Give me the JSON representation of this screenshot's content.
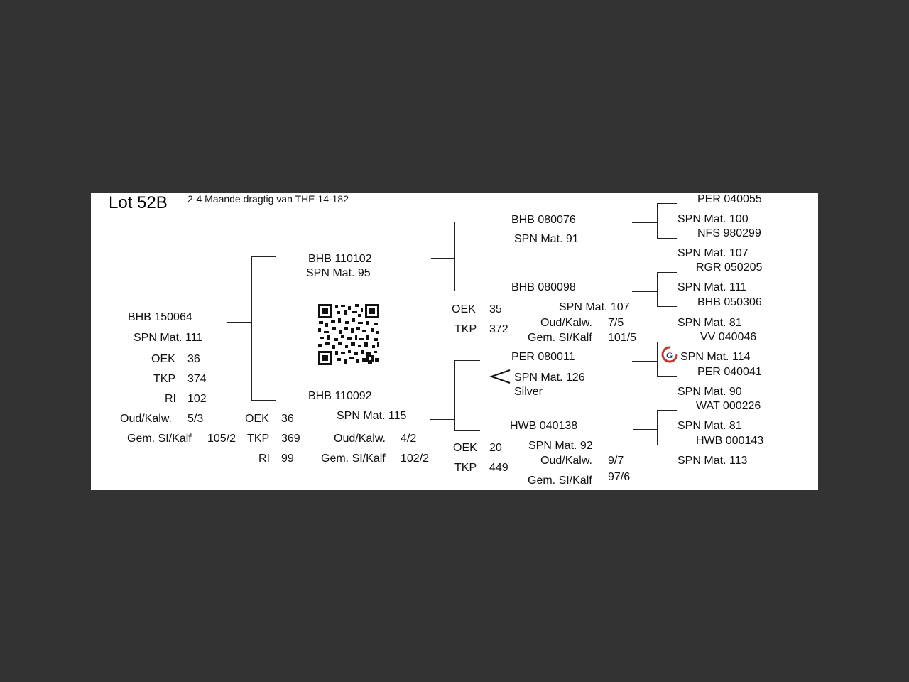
{
  "lot": "Lot 52B",
  "subtitle": "2-4 Maande dragtig van THE 14-182",
  "animal": {
    "id": "BHB 150064",
    "spn": "SPN Mat. 111",
    "oek_label": "OEK",
    "oek": "36",
    "tkp_label": "TKP",
    "tkp": "374",
    "ri_label": "RI",
    "ri": "102",
    "oud_label": "Oud/Kalw.",
    "oud": "5/3",
    "gem_label": "Gem. SI/Kalf",
    "gem": "105/2"
  },
  "sire": {
    "id": "BHB 110102",
    "spn": "SPN Mat. 95"
  },
  "dam": {
    "id": "BHB 110092",
    "spn": "SPN Mat. 115",
    "oek_label": "OEK",
    "oek": "36",
    "tkp_label": "TKP",
    "tkp": "369",
    "ri_label": "RI",
    "ri": "99",
    "oud_label": "Oud/Kalw.",
    "oud": "4/2",
    "gem_label": "Gem. SI/Kalf",
    "gem": "102/2"
  },
  "ss": {
    "id": "BHB 080076",
    "spn": "SPN Mat. 91"
  },
  "sd": {
    "id": "BHB 080098",
    "spn": "SPN Mat. 107",
    "oek_label": "OEK",
    "oek": "35",
    "tkp_label": "TKP",
    "tkp": "372",
    "oud_label": "Oud/Kalw.",
    "oud": "7/5",
    "gem_label": "Gem. SI/Kalf",
    "gem": "101/5"
  },
  "ds": {
    "id": "PER 080011",
    "spn": "SPN Mat. 126",
    "note": "Silver"
  },
  "dd": {
    "id": "HWB 040138",
    "spn": "SPN Mat. 92",
    "oek_label": "OEK",
    "oek": "20",
    "tkp_label": "TKP",
    "tkp": "449",
    "oud_label": "Oud/Kalw.",
    "oud": "9/7",
    "gem_label": "Gem. SI/Kalf",
    "gem": "97/6"
  },
  "gg": {
    "sss_id": "PER 040055",
    "ss_spn": "SPN Mat. 100",
    "ssd_id": "NFS 980299",
    "ssd_spn": "SPN Mat. 107",
    "sds_id": "RGR 050205",
    "sd_spn": "SPN Mat. 111",
    "sdd_id": "BHB 050306",
    "sdd_spn": "SPN Mat. 81",
    "dss_id": "VV  040046",
    "ds_spn": "SPN Mat. 114",
    "dsd_id": "PER 040041",
    "dsd_spn": "SPN Mat. 90",
    "dds_id": "WAT 000226",
    "dd_spn": "SPN Mat. 81",
    "ddd_id": "HWB 000143",
    "ddd_spn": "SPN Mat. 113"
  }
}
